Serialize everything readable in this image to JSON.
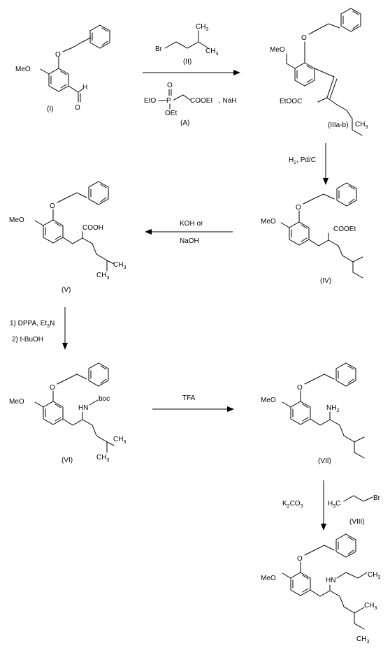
{
  "compounds": {
    "I": {
      "label": "(I)",
      "methoxy": "MeO",
      "aldehyde_o": "O",
      "aldehyde_h": "H"
    },
    "II": {
      "label": "(II)",
      "halide": "Br",
      "ch3": "CH",
      "sub3": "3"
    },
    "A": {
      "label": "(A)",
      "eto_left": "EtO",
      "p": "P",
      "o": "O",
      "oet": "OEt",
      "cooet": "COOEt",
      "base": ", NaH"
    },
    "IIIab": {
      "label": "(IIIa-b)",
      "methoxy": "MeO",
      "ester": "EtOOC"
    },
    "IV": {
      "label": "(IV)",
      "methoxy": "MeO",
      "ester": "COOEt"
    },
    "V": {
      "label": "(V)",
      "methoxy": "MeO",
      "acid": "COOH"
    },
    "VI": {
      "label": "(VI)",
      "methoxy": "MeO",
      "nh": "HN",
      "boc": "boc"
    },
    "VII": {
      "label": "(VII)",
      "methoxy": "MeO",
      "nh2": "NH",
      "sub2": "2"
    },
    "VIII": {
      "label": "(VIII)",
      "h3c": "H",
      "sub3": "3",
      "c": "C",
      "halide": "Br"
    },
    "final": {
      "methoxy": "MeO",
      "hn": "HN"
    }
  },
  "reagents": {
    "hydrogenation": {
      "h": "H",
      "sub2": "2",
      "rest": ", Pd/C"
    },
    "hydrolysis_1": "KOH or",
    "hydrolysis_2": "NaOH",
    "curtius_1a": "1) DPPA, Et",
    "curtius_1_sub": "3",
    "curtius_1b": "N",
    "curtius_2": "2) t-BuOH",
    "deprotection": "TFA",
    "base_k": "K",
    "base_k_sub2": "2",
    "base_co": "CO",
    "base_sub3": "3"
  },
  "ch3_text": "CH",
  "ch3_sub": "3"
}
